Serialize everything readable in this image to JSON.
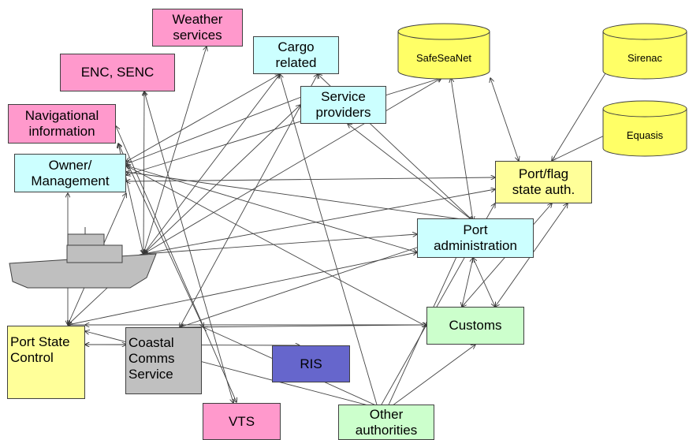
{
  "nodes": {
    "weather": {
      "label": "Weather\nservices",
      "color": "#ff99cc"
    },
    "enc": {
      "label": "ENC, SENC",
      "color": "#ff99cc"
    },
    "nav": {
      "label": "Navigational\ninformation",
      "color": "#ff99cc"
    },
    "cargo": {
      "label": "Cargo\nrelated",
      "color": "#ccffff"
    },
    "service": {
      "label": "Service\nproviders",
      "color": "#ccffff"
    },
    "owner": {
      "label": "Owner/\nManagement",
      "color": "#ccffff"
    },
    "portflag": {
      "label": "Port/flag\nstate auth.",
      "color": "#ffff99"
    },
    "portadmin": {
      "label": "Port\nadministration",
      "color": "#ccffff"
    },
    "customs": {
      "label": "Customs",
      "color": "#ccffcc"
    },
    "psc": {
      "label": "Port State\nControl",
      "color": "#ffff99"
    },
    "coastal": {
      "label": "Coastal\nComms\nService",
      "color": "#c0c0c0"
    },
    "ris": {
      "label": "RIS",
      "color": "#6666cc"
    },
    "vts": {
      "label": "VTS",
      "color": "#ff99cc"
    },
    "other": {
      "label": "Other\nauthorities",
      "color": "#ccffcc"
    }
  },
  "databases": {
    "safeseanet": {
      "label": "SafeSeaNet",
      "color": "#ffff66"
    },
    "sirenac": {
      "label": "Sirenac",
      "color": "#ffff66"
    },
    "equasis": {
      "label": "Equasis",
      "color": "#ffff66"
    }
  },
  "ship": {
    "color": "#bfbfbf"
  }
}
